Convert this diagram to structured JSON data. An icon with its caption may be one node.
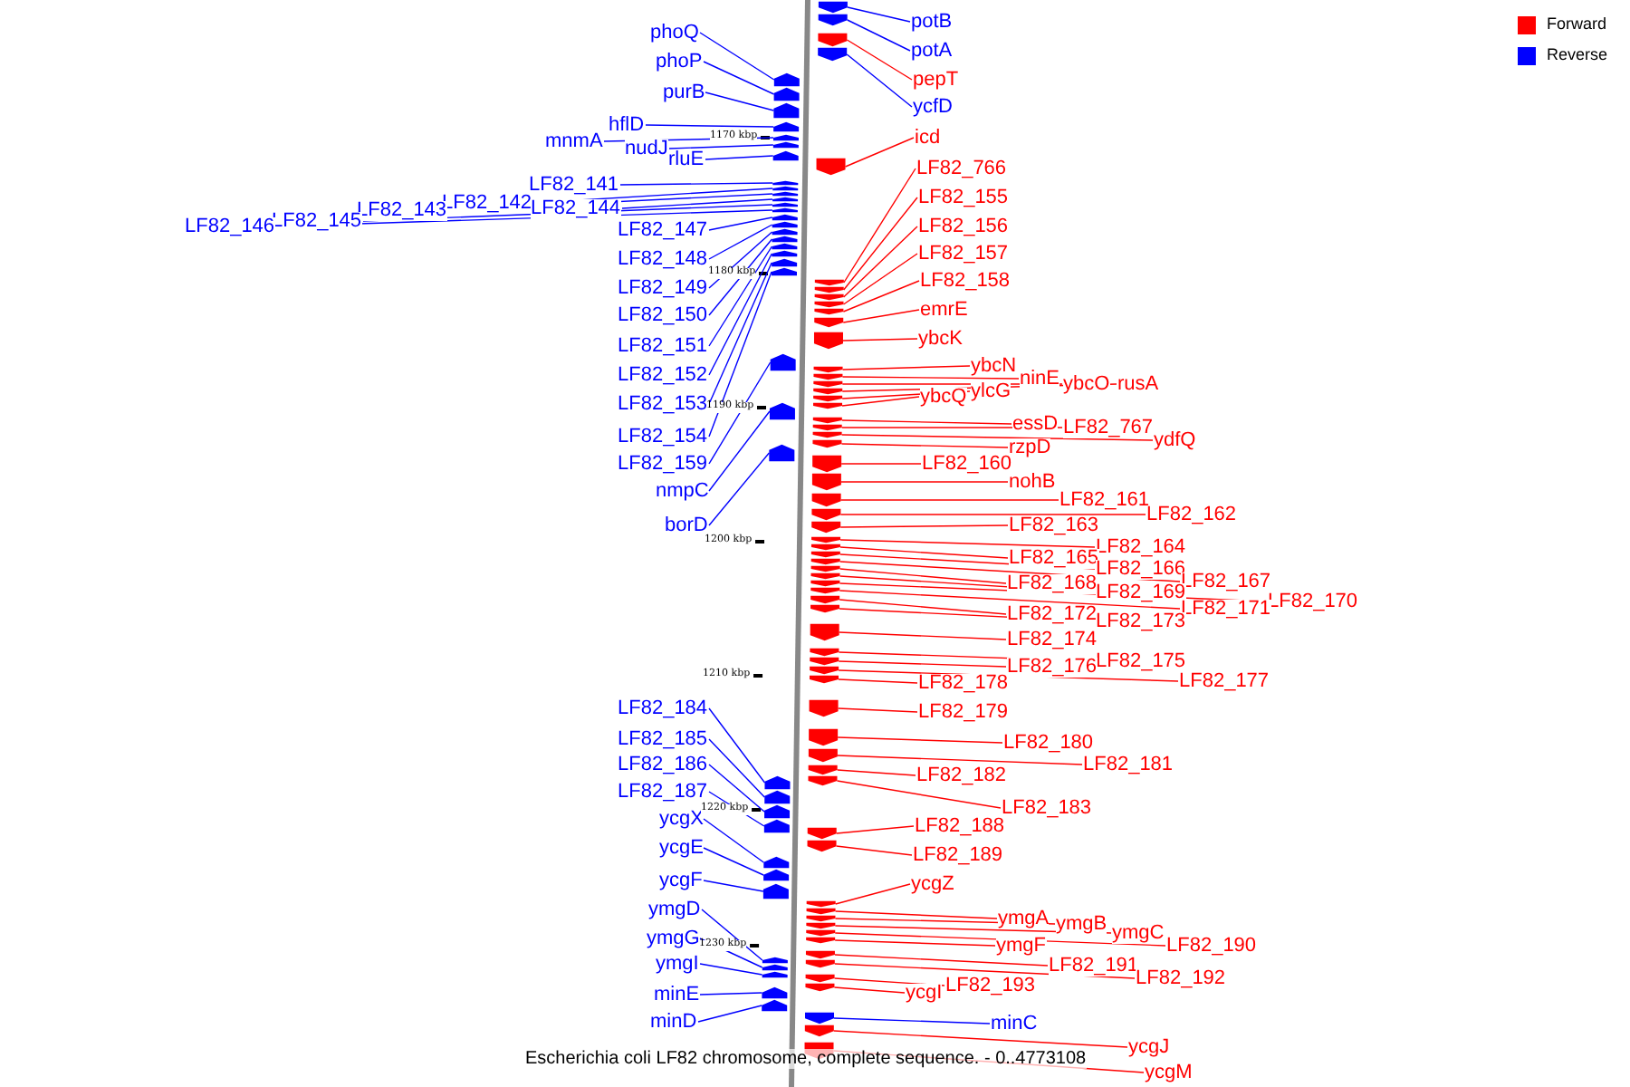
{
  "diagram": {
    "caption": "Escherichia coli LF82 chromosome, complete sequence. - 0..4773108",
    "nodes": [
      {
        "text": [
          "phoQ"
        ]
      },
      {
        "text": [
          "phoP"
        ]
      },
      {
        "text": [
          "purB"
        ]
      },
      {
        "text": [
          "hflD"
        ]
      },
      {
        "text": [
          "mnmA"
        ]
      },
      {
        "text": [
          "nudJ"
        ]
      },
      {
        "text": [
          "rluE"
        ]
      },
      {
        "text": [
          "LF82_141"
        ]
      },
      {
        "text": [
          "LF82_142"
        ]
      },
      {
        "text": [
          "LF82_143"
        ]
      },
      {
        "text": [
          "LF82_144"
        ]
      },
      {
        "text": [
          "LF82_145"
        ]
      },
      {
        "text": [
          "LF82_146"
        ]
      },
      {
        "text": [
          "LF82_147"
        ]
      },
      {
        "text": [
          "LF82_148"
        ]
      },
      {
        "text": [
          "LF82_149"
        ]
      },
      {
        "text": [
          "LF82_150"
        ]
      },
      {
        "text": [
          "LF82_151"
        ]
      },
      {
        "text": [
          "LF82_152"
        ]
      },
      {
        "text": [
          "LF82_153"
        ]
      },
      {
        "text": [
          "LF82_154"
        ]
      },
      {
        "text": [
          "LF82_159"
        ]
      },
      {
        "text": [
          "nmpC"
        ]
      },
      {
        "text": [
          "borD"
        ]
      },
      {
        "text": [
          "LF82_184"
        ]
      },
      {
        "text": [
          "LF82_185"
        ]
      },
      {
        "text": [
          "LF82_186"
        ]
      },
      {
        "text": [
          "LF82_187"
        ]
      },
      {
        "text": [
          "ycgX"
        ]
      },
      {
        "text": [
          "ycgE"
        ]
      },
      {
        "text": [
          "ycgF"
        ]
      },
      {
        "text": [
          "ymgD"
        ]
      },
      {
        "text": [
          "ymgG"
        ]
      },
      {
        "text": [
          "ymgI"
        ]
      },
      {
        "text": [
          "minE"
        ]
      },
      {
        "text": [
          "minD"
        ]
      },
      {
        "text": [
          "potB"
        ]
      },
      {
        "text": [
          "potA"
        ]
      },
      {
        "text": [
          "pepT"
        ]
      },
      {
        "text": [
          "ycfD"
        ]
      },
      {
        "text": [
          "icd"
        ]
      },
      {
        "text": [
          "LF82_766"
        ]
      },
      {
        "text": [
          "LF82_155"
        ]
      },
      {
        "text": [
          "LF82_156"
        ]
      },
      {
        "text": [
          "LF82_157"
        ]
      },
      {
        "text": [
          "LF82_158"
        ]
      },
      {
        "text": [
          "emrE"
        ]
      },
      {
        "text": [
          "ybcK"
        ]
      },
      {
        "text": [
          "ybcN"
        ]
      },
      {
        "text": [
          "ninE"
        ]
      },
      {
        "text": [
          "ybcO"
        ]
      },
      {
        "text": [
          "rusA"
        ]
      },
      {
        "text": [
          "ylcG"
        ]
      },
      {
        "text": [
          "ybcQ"
        ]
      },
      {
        "text": [
          "essD"
        ]
      },
      {
        "text": [
          "LF82_767"
        ]
      },
      {
        "text": [
          "ydfQ"
        ]
      },
      {
        "text": [
          "rzpD"
        ]
      },
      {
        "text": [
          "LF82_160"
        ]
      },
      {
        "text": [
          "nohB"
        ]
      },
      {
        "text": [
          "LF82_161"
        ]
      },
      {
        "text": [
          "LF82_162"
        ]
      },
      {
        "text": [
          "LF82_163"
        ]
      },
      {
        "text": [
          "LF82_164"
        ]
      },
      {
        "text": [
          "LF82_165"
        ]
      },
      {
        "text": [
          "LF82_166"
        ]
      },
      {
        "text": [
          "LF82_167"
        ]
      },
      {
        "text": [
          "LF82_168"
        ]
      },
      {
        "text": [
          "LF82_169"
        ]
      },
      {
        "text": [
          "LF82_170"
        ]
      },
      {
        "text": [
          "LF82_171"
        ]
      },
      {
        "text": [
          "LF82_172"
        ]
      },
      {
        "text": [
          "LF82_173"
        ]
      },
      {
        "text": [
          "LF82_174"
        ]
      },
      {
        "text": [
          "LF82_175"
        ]
      },
      {
        "text": [
          "LF82_176"
        ]
      },
      {
        "text": [
          "LF82_177"
        ]
      },
      {
        "text": [
          "LF82_178"
        ]
      },
      {
        "text": [
          "LF82_179"
        ]
      },
      {
        "text": [
          "LF82_180"
        ]
      },
      {
        "text": [
          "LF82_181"
        ]
      },
      {
        "text": [
          "LF82_182"
        ]
      },
      {
        "text": [
          "LF82_183"
        ]
      },
      {
        "text": [
          "LF82_188"
        ]
      },
      {
        "text": [
          "LF82_189"
        ]
      },
      {
        "text": [
          "ycgZ"
        ]
      },
      {
        "text": [
          "ymgA"
        ]
      },
      {
        "text": [
          "ymgB"
        ]
      },
      {
        "text": [
          "ymgC"
        ]
      },
      {
        "text": [
          "LF82_190"
        ]
      },
      {
        "text": [
          "ymgF"
        ]
      },
      {
        "text": [
          "LF82_191"
        ]
      },
      {
        "text": [
          "LF82_192"
        ]
      },
      {
        "text": [
          "LF82_193"
        ]
      },
      {
        "text": [
          "ycgI"
        ]
      },
      {
        "text": [
          "minC"
        ]
      },
      {
        "text": [
          "ycgJ"
        ]
      },
      {
        "text": [
          "ycgM"
        ]
      },
      {
        "text": [],
        "shape": "arrow"
      },
      {
        "text": [],
        "shape": "arrow"
      },
      {
        "text": [],
        "shape": "arrow"
      },
      {
        "text": [],
        "shape": "arrow"
      },
      {
        "text": [],
        "shape": "arrow"
      },
      {
        "text": [],
        "shape": "arrow"
      },
      {
        "text": [],
        "shape": "arrow"
      },
      {
        "text": [],
        "shape": "arrow"
      },
      {
        "text": [],
        "shape": "arrow"
      },
      {
        "text": [],
        "shape": "arrow"
      },
      {
        "text": [],
        "shape": "arrow"
      },
      {
        "text": [],
        "shape": "arrow"
      },
      {
        "text": [],
        "shape": "arrow"
      },
      {
        "text": [],
        "shape": "arrow"
      },
      {
        "text": [],
        "shape": "arrow"
      },
      {
        "text": [],
        "shape": "arrow"
      },
      {
        "text": [],
        "shape": "arrow"
      },
      {
        "text": [],
        "shape": "arrow"
      },
      {
        "text": [],
        "shape": "arrow"
      },
      {
        "text": [],
        "shape": "arrow"
      },
      {
        "text": [],
        "shape": "arrow"
      },
      {
        "text": [],
        "shape": "arrow"
      },
      {
        "text": [],
        "shape": "arrow"
      },
      {
        "text": [],
        "shape": "arrow"
      },
      {
        "text": [],
        "shape": "arrow"
      },
      {
        "text": [],
        "shape": "arrow"
      },
      {
        "text": [],
        "shape": "arrow"
      },
      {
        "text": [],
        "shape": "arrow"
      },
      {
        "text": [],
        "shape": "arrow"
      },
      {
        "text": [],
        "shape": "arrow"
      },
      {
        "text": [],
        "shape": "arrow"
      },
      {
        "text": [],
        "shape": "arrow"
      },
      {
        "text": [],
        "shape": "arrow"
      },
      {
        "text": [],
        "shape": "arrow"
      },
      {
        "text": [],
        "shape": "arrow"
      },
      {
        "text": [],
        "shape": "arrow"
      },
      {
        "text": [],
        "shape": "arrow"
      },
      {
        "text": [],
        "shape": "arrow"
      },
      {
        "text": [],
        "shape": "arrow"
      },
      {
        "text": [],
        "shape": "arrow"
      },
      {
        "text": [],
        "shape": "arrow"
      },
      {
        "text": [],
        "shape": "arrow"
      },
      {
        "text": [],
        "shape": "arrow"
      },
      {
        "text": [],
        "shape": "arrow"
      },
      {
        "text": [],
        "shape": "arrow"
      },
      {
        "text": [],
        "shape": "arrow"
      },
      {
        "text": [],
        "shape": "arrow"
      },
      {
        "text": [],
        "shape": "arrow"
      },
      {
        "text": [],
        "shape": "arrow"
      },
      {
        "text": [],
        "shape": "arrow"
      },
      {
        "text": [],
        "shape": "arrow"
      },
      {
        "text": [],
        "shape": "arrow"
      },
      {
        "text": [],
        "shape": "arrow"
      },
      {
        "text": [],
        "shape": "arrow"
      },
      {
        "text": [],
        "shape": "arrow"
      },
      {
        "text": [],
        "shape": "arrow"
      },
      {
        "text": [],
        "shape": "arrow"
      },
      {
        "text": [],
        "shape": "arrow"
      },
      {
        "text": [],
        "shape": "arrow"
      },
      {
        "text": [],
        "shape": "arrow"
      },
      {
        "text": [],
        "shape": "arrow"
      },
      {
        "text": [],
        "shape": "arrow"
      },
      {
        "text": [],
        "shape": "arrow"
      },
      {
        "text": [],
        "shape": "arrow"
      },
      {
        "text": [],
        "shape": "arrow"
      },
      {
        "text": [],
        "shape": "arrow"
      },
      {
        "text": [],
        "shape": "arrow"
      },
      {
        "text": [],
        "shape": "arrow"
      },
      {
        "text": [],
        "shape": "arrow"
      },
      {
        "text": [],
        "shape": "arrow"
      },
      {
        "text": [],
        "shape": "arrow"
      },
      {
        "text": [],
        "shape": "arrow"
      },
      {
        "text": [],
        "shape": "arrow"
      },
      {
        "text": [],
        "shape": "arrow"
      },
      {
        "text": [],
        "shape": "arrow"
      },
      {
        "text": [],
        "shape": "arrow"
      },
      {
        "text": [],
        "shape": "arrow"
      },
      {
        "text": [],
        "shape": "arrow"
      },
      {
        "text": [],
        "shape": "arrow"
      },
      {
        "text": [],
        "shape": "arrow"
      },
      {
        "text": [],
        "shape": "arrow"
      },
      {
        "text": [],
        "shape": "arrow"
      },
      {
        "text": [],
        "shape": "arrow"
      },
      {
        "text": [],
        "shape": "arrow"
      },
      {
        "text": [],
        "shape": "arrow"
      },
      {
        "text": [],
        "shape": "arrow"
      },
      {
        "text": [],
        "shape": "arrow"
      },
      {
        "text": [],
        "shape": "arrow"
      },
      {
        "text": [],
        "shape": "arrow"
      },
      {
        "text": [],
        "shape": "arrow"
      },
      {
        "text": [],
        "shape": "arrow"
      },
      {
        "text": [],
        "shape": "arrow"
      },
      {
        "text": [],
        "shape": "arrow"
      },
      {
        "text": [],
        "shape": "arrow"
      },
      {
        "text": [],
        "shape": "arrow"
      },
      {
        "text": [],
        "shape": "arrow"
      },
      {
        "text": [],
        "shape": "arrow"
      },
      {
        "text": [],
        "shape": "arrow"
      }
    ],
    "edges": [
      {
        "from": 0,
        "to": 98,
        "arrow": "none",
        "color": "#0000ff"
      },
      {
        "from": 1,
        "to": 99,
        "arrow": "none",
        "color": "#0000ff"
      },
      {
        "from": 2,
        "to": 100,
        "arrow": "none",
        "color": "#0000ff"
      },
      {
        "from": 3,
        "to": 101,
        "arrow": "none",
        "color": "#0000ff"
      },
      {
        "from": 4,
        "to": 102,
        "arrow": "none",
        "color": "#0000ff"
      },
      {
        "from": 5,
        "to": 103,
        "arrow": "none",
        "color": "#0000ff"
      },
      {
        "from": 6,
        "to": 104,
        "arrow": "none",
        "color": "#0000ff"
      },
      {
        "from": 7,
        "to": 105,
        "arrow": "none",
        "color": "#0000ff"
      },
      {
        "from": 8,
        "to": 106,
        "arrow": "none",
        "color": "#0000ff"
      },
      {
        "from": 9,
        "to": 107,
        "arrow": "none",
        "color": "#0000ff"
      },
      {
        "from": 10,
        "to": 108,
        "arrow": "none",
        "color": "#0000ff"
      },
      {
        "from": 11,
        "to": 109,
        "arrow": "none",
        "color": "#0000ff"
      },
      {
        "from": 12,
        "to": 110,
        "arrow": "none",
        "color": "#0000ff"
      },
      {
        "from": 13,
        "to": 111,
        "arrow": "none",
        "color": "#0000ff"
      },
      {
        "from": 14,
        "to": 112,
        "arrow": "none",
        "color": "#0000ff"
      },
      {
        "from": 15,
        "to": 113,
        "arrow": "none",
        "color": "#0000ff"
      },
      {
        "from": 16,
        "to": 114,
        "arrow": "none",
        "color": "#0000ff"
      },
      {
        "from": 17,
        "to": 115,
        "arrow": "none",
        "color": "#0000ff"
      },
      {
        "from": 18,
        "to": 116,
        "arrow": "none",
        "color": "#0000ff"
      },
      {
        "from": 19,
        "to": 117,
        "arrow": "none",
        "color": "#0000ff"
      },
      {
        "from": 20,
        "to": 118,
        "arrow": "none",
        "color": "#0000ff"
      },
      {
        "from": 21,
        "to": 119,
        "arrow": "none",
        "color": "#0000ff"
      },
      {
        "from": 22,
        "to": 120,
        "arrow": "none",
        "color": "#0000ff"
      },
      {
        "from": 23,
        "to": 121,
        "arrow": "none",
        "color": "#0000ff"
      },
      {
        "from": 24,
        "to": 122,
        "arrow": "none",
        "color": "#0000ff"
      },
      {
        "from": 25,
        "to": 123,
        "arrow": "none",
        "color": "#0000ff"
      },
      {
        "from": 26,
        "to": 124,
        "arrow": "none",
        "color": "#0000ff"
      },
      {
        "from": 27,
        "to": 125,
        "arrow": "none",
        "color": "#0000ff"
      },
      {
        "from": 28,
        "to": 126,
        "arrow": "none",
        "color": "#0000ff"
      },
      {
        "from": 29,
        "to": 127,
        "arrow": "none",
        "color": "#0000ff"
      },
      {
        "from": 30,
        "to": 128,
        "arrow": "none",
        "color": "#0000ff"
      },
      {
        "from": 31,
        "to": 129,
        "arrow": "none",
        "color": "#0000ff"
      },
      {
        "from": 32,
        "to": 130,
        "arrow": "none",
        "color": "#0000ff"
      },
      {
        "from": 33,
        "to": 131,
        "arrow": "none",
        "color": "#0000ff"
      },
      {
        "from": 34,
        "to": 132,
        "arrow": "none",
        "color": "#0000ff"
      },
      {
        "from": 35,
        "to": 133,
        "arrow": "none",
        "color": "#0000ff"
      },
      {
        "from": 36,
        "to": 134,
        "arrow": "none",
        "color": "#0000ff"
      },
      {
        "from": 37,
        "to": 135,
        "arrow": "none",
        "color": "#0000ff"
      },
      {
        "from": 38,
        "to": 136,
        "arrow": "none"
      },
      {
        "from": 39,
        "to": 137,
        "arrow": "none",
        "color": "#0000ff"
      },
      {
        "from": 40,
        "to": 138,
        "arrow": "none"
      },
      {
        "from": 41,
        "to": 139,
        "arrow": "none"
      },
      {
        "from": 42,
        "to": 140,
        "arrow": "none"
      },
      {
        "from": 43,
        "to": 141,
        "arrow": "none"
      },
      {
        "from": 44,
        "to": 142,
        "arrow": "none"
      },
      {
        "from": 45,
        "to": 143,
        "arrow": "none"
      },
      {
        "from": 46,
        "to": 144,
        "arrow": "none"
      },
      {
        "from": 47,
        "to": 145,
        "arrow": "none"
      },
      {
        "from": 48,
        "to": 146,
        "arrow": "none"
      },
      {
        "from": 49,
        "to": 147,
        "arrow": "none"
      },
      {
        "from": 50,
        "to": 148,
        "arrow": "none"
      },
      {
        "from": 51,
        "to": 149,
        "arrow": "none"
      },
      {
        "from": 52,
        "to": 150,
        "arrow": "none"
      },
      {
        "from": 53,
        "to": 151,
        "arrow": "none"
      },
      {
        "from": 54,
        "to": 152,
        "arrow": "none"
      },
      {
        "from": 55,
        "to": 153,
        "arrow": "none"
      },
      {
        "from": 56,
        "to": 154,
        "arrow": "none"
      },
      {
        "from": 57,
        "to": 155,
        "arrow": "none"
      },
      {
        "from": 58,
        "to": 156,
        "arrow": "none"
      },
      {
        "from": 59,
        "to": 157,
        "arrow": "none"
      },
      {
        "from": 60,
        "to": 158,
        "arrow": "none"
      },
      {
        "from": 61,
        "to": 159,
        "arrow": "none"
      },
      {
        "from": 62,
        "to": 160,
        "arrow": "none"
      },
      {
        "from": 63,
        "to": 161,
        "arrow": "none"
      },
      {
        "from": 64,
        "to": 162,
        "arrow": "none"
      },
      {
        "from": 65,
        "to": 163,
        "arrow": "none"
      },
      {
        "from": 66,
        "to": 164,
        "arrow": "none"
      },
      {
        "from": 67,
        "to": 165,
        "arrow": "none"
      },
      {
        "from": 68,
        "to": 166,
        "arrow": "none"
      },
      {
        "from": 69,
        "to": 167,
        "arrow": "none"
      },
      {
        "from": 70,
        "to": 168,
        "arrow": "none"
      },
      {
        "from": 71,
        "to": 169,
        "arrow": "none"
      },
      {
        "from": 72,
        "to": 170,
        "arrow": "none"
      },
      {
        "from": 73,
        "to": 171,
        "arrow": "none"
      },
      {
        "from": 74,
        "to": 172,
        "arrow": "none"
      },
      {
        "from": 75,
        "to": 173,
        "arrow": "none"
      },
      {
        "from": 76,
        "to": 174,
        "arrow": "none"
      },
      {
        "from": 77,
        "to": 175,
        "arrow": "none"
      },
      {
        "from": 78,
        "to": 176,
        "arrow": "none"
      },
      {
        "from": 79,
        "to": 177,
        "arrow": "none"
      },
      {
        "from": 80,
        "to": 178,
        "arrow": "none"
      },
      {
        "from": 81,
        "to": 179,
        "arrow": "none"
      },
      {
        "from": 82,
        "to": 180,
        "arrow": "none"
      },
      {
        "from": 83,
        "to": 181,
        "arrow": "none"
      },
      {
        "from": 84,
        "to": 182,
        "arrow": "none"
      },
      {
        "from": 85,
        "to": 183,
        "arrow": "none"
      },
      {
        "from": 86,
        "to": 184,
        "arrow": "none"
      },
      {
        "from": 87,
        "to": 185,
        "arrow": "none"
      },
      {
        "from": 88,
        "to": 186,
        "arrow": "none"
      },
      {
        "from": 89,
        "to": 187,
        "arrow": "none"
      },
      {
        "from": 90,
        "to": 188,
        "arrow": "none"
      },
      {
        "from": 91,
        "to": 189,
        "arrow": "none"
      },
      {
        "from": 92,
        "to": 190,
        "arrow": "none"
      },
      {
        "from": 93,
        "to": 191,
        "arrow": "none"
      },
      {
        "from": 94,
        "to": 192,
        "arrow": "none"
      },
      {
        "from": 95,
        "to": 193,
        "arrow": "none",
        "color": "#0000ff"
      },
      {
        "from": 96,
        "to": 194,
        "arrow": "none"
      },
      {
        "from": 97,
        "to": 195,
        "arrow": "none"
      }
    ],
    "labels": [
      "1170 kbp",
      "1180 kbp",
      "1190 kbp",
      "1200 kbp",
      "1210 kbp",
      "1220 kbp",
      "1230 kbp"
    ],
    "legend": [
      {
        "text": "Forward",
        "color": "#ff0000"
      },
      {
        "text": "Reverse",
        "color": "#0000ff"
      }
    ]
  }
}
